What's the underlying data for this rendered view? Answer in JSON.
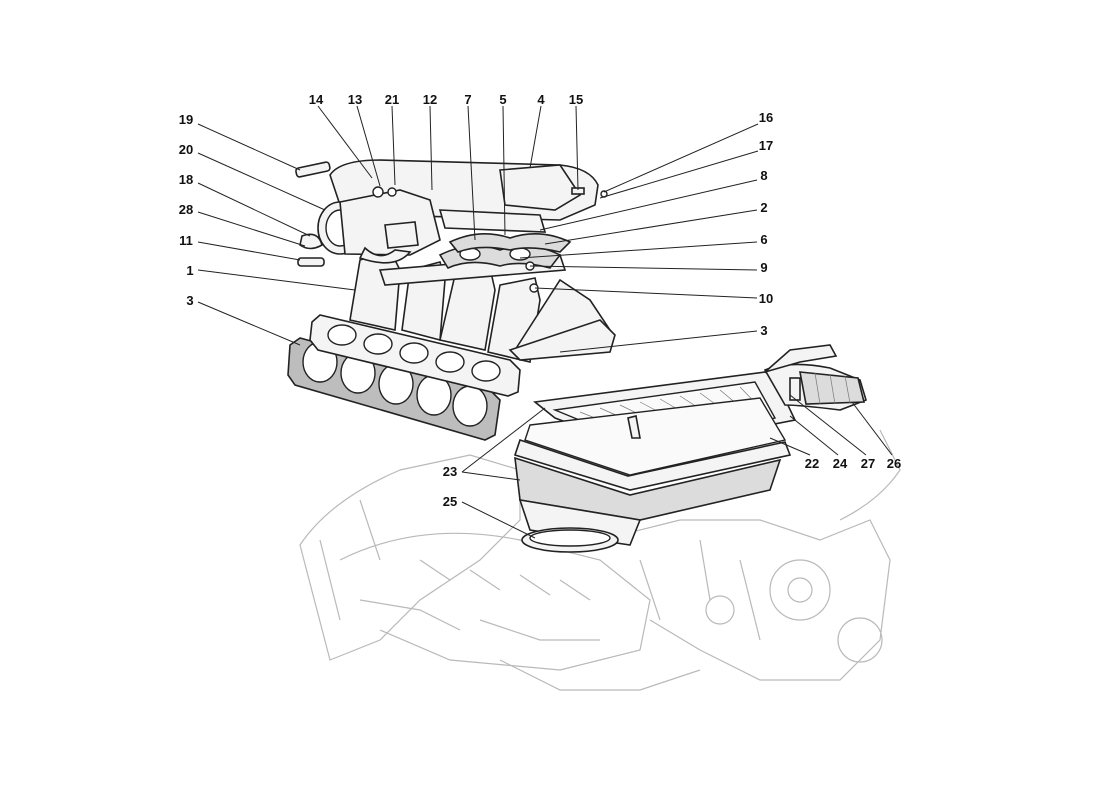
{
  "callouts": [
    {
      "label": "14"
    },
    {
      "label": "13"
    },
    {
      "label": "21"
    },
    {
      "label": "12"
    },
    {
      "label": "7"
    },
    {
      "label": "5"
    },
    {
      "label": "4"
    },
    {
      "label": "15"
    },
    {
      "label": "16"
    },
    {
      "label": "17"
    },
    {
      "label": "8"
    },
    {
      "label": "2"
    },
    {
      "label": "6"
    },
    {
      "label": "9"
    },
    {
      "label": "10"
    },
    {
      "label": "3"
    },
    {
      "label": "19"
    },
    {
      "label": "20"
    },
    {
      "label": "18"
    },
    {
      "label": "28"
    },
    {
      "label": "11"
    },
    {
      "label": "1"
    },
    {
      "label": "3"
    },
    {
      "label": "23"
    },
    {
      "label": "25"
    },
    {
      "label": "22"
    },
    {
      "label": "24"
    },
    {
      "label": "27"
    },
    {
      "label": "26"
    }
  ]
}
